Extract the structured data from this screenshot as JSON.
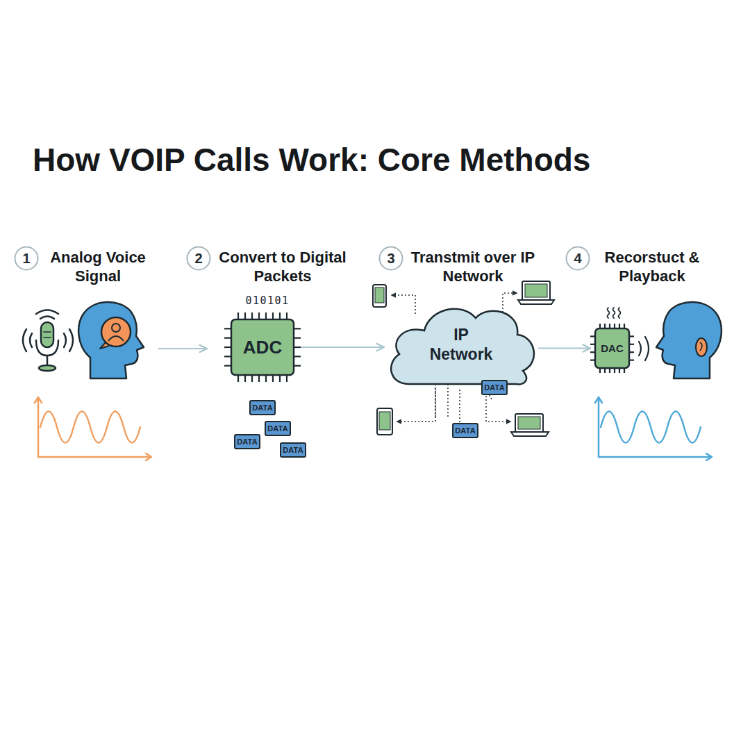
{
  "diagram": {
    "title": "How VOIP Calls Work: Core Methods",
    "nodes": [
      {
        "text": [
          "1",
          "Analog Voice Signal"
        ]
      },
      {
        "text": [
          "2",
          "Convert to Digital Packets"
        ]
      },
      {
        "text": [
          "3",
          "Transtmit over IP Network"
        ]
      },
      {
        "text": [
          "4",
          "Recorstuct & Playback"
        ]
      },
      {
        "text": [
          "ADC"
        ]
      },
      {
        "text": [
          "DATA"
        ]
      },
      {
        "text": [
          "DATA"
        ]
      },
      {
        "text": [
          "DATA"
        ]
      },
      {
        "text": [
          "DATA"
        ]
      },
      {
        "text": [
          "IP Network"
        ]
      },
      {
        "text": [
          "DATA"
        ]
      },
      {
        "text": [
          "DATA"
        ]
      },
      {
        "text": [
          "DAC"
        ]
      }
    ],
    "edges": [
      {
        "from": 4,
        "to": 9,
        "arrow": "to"
      },
      {
        "from": 9,
        "to": 12,
        "arrow": "to"
      }
    ],
    "labels": [
      "010101"
    ]
  }
}
